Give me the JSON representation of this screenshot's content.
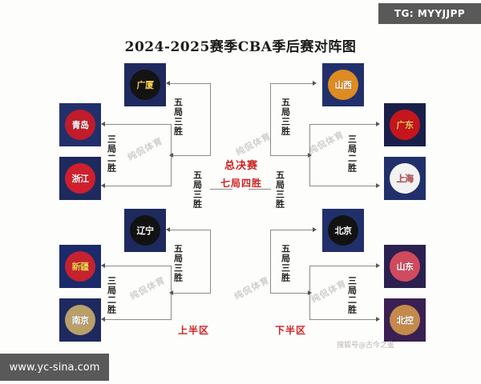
{
  "banner": {
    "tg": "TG: MYYJJPP",
    "site": "www.yc-sina.com"
  },
  "title": "2024-2025赛季CBA季后赛对阵图",
  "credit": "搜狐号@古今之鉴",
  "watermark": "纯侃体育",
  "final": {
    "title": "总决赛",
    "format": "七局四胜"
  },
  "halves": {
    "upper": "上半区",
    "lower": "下半区"
  },
  "formats": {
    "bo3": "三局二胜",
    "bo5": "五局三胜"
  },
  "teams": {
    "guangsha": {
      "name": "广厦",
      "tile": "#1e2a5e",
      "disc": "#131313",
      "text": "#f2c94c"
    },
    "qingdao": {
      "name": "青岛",
      "tile": "#21306b",
      "disc": "#c01c2a",
      "text": "#ffffff"
    },
    "zhejiang": {
      "name": "浙江",
      "tile": "#1e2a5e",
      "disc": "#cf1f2e",
      "text": "#ffffff"
    },
    "liaoning": {
      "name": "辽宁",
      "tile": "#1e2a5e",
      "disc": "#121212",
      "text": "#ffffff"
    },
    "xinjiang": {
      "name": "新疆",
      "tile": "#1b2a6b",
      "disc": "#c62230",
      "text": "#f0d24b"
    },
    "nanjing": {
      "name": "南京",
      "tile": "#1e2a5e",
      "disc": "#b9a06a",
      "text": "#ffffff"
    },
    "shanxi": {
      "name": "山西",
      "tile": "#21306b",
      "disc": "#dd8b23",
      "text": "#ffffff"
    },
    "guangdong": {
      "name": "广东",
      "tile": "#1a1f4a",
      "disc": "#c4161c",
      "text": "#f0c85a"
    },
    "shanghai": {
      "name": "上海",
      "tile": "#21306b",
      "disc": "#f2f2f2",
      "text": "#c4505c"
    },
    "beijing": {
      "name": "北京",
      "tile": "#21306b",
      "disc": "#121212",
      "text": "#ffffff"
    },
    "shandong": {
      "name": "山东",
      "tile": "#2b2050",
      "disc": "#d04a5e",
      "text": "#ffffff"
    },
    "beikong": {
      "name": "北控",
      "tile": "#3a1f52",
      "disc": "#c48a4a",
      "text": "#ffffff"
    }
  },
  "series": {
    "upper_r1_a": "三局二胜",
    "upper_r1_b": "五局三胜",
    "upper_semi": "五局三胜",
    "lower_r1_a": "三局二胜",
    "lower_r1_b": "五局三胜",
    "lower_semi": "五局三胜",
    "right_top_r1": "三局二胜",
    "right_top_qf": "五局三胜",
    "right_bot_r1": "三局二胜",
    "right_bot_qf": "五局三胜"
  }
}
